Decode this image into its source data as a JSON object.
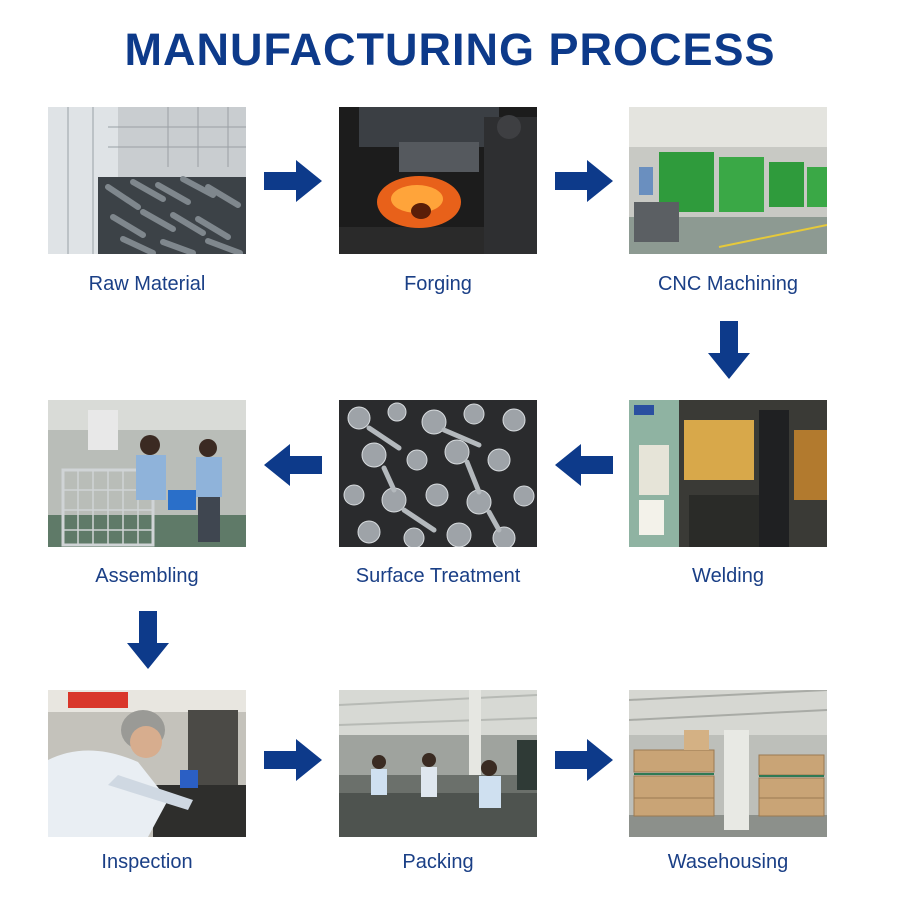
{
  "title": "MANUFACTURING PROCESS",
  "colors": {
    "title": "#0d3a8a",
    "arrow": "#0d3a8a",
    "label": "#1a3f86"
  },
  "steps": [
    {
      "label": "Raw Material"
    },
    {
      "label": "Forging"
    },
    {
      "label": "CNC Machining"
    },
    {
      "label": "Welding"
    },
    {
      "label": "Surface Treatment"
    },
    {
      "label": "Assembling"
    },
    {
      "label": "Inspection"
    },
    {
      "label": "Packing"
    },
    {
      "label": "Wasehousing"
    }
  ],
  "arrows": [
    "right",
    "right",
    "down",
    "left",
    "left",
    "down",
    "right",
    "right"
  ]
}
